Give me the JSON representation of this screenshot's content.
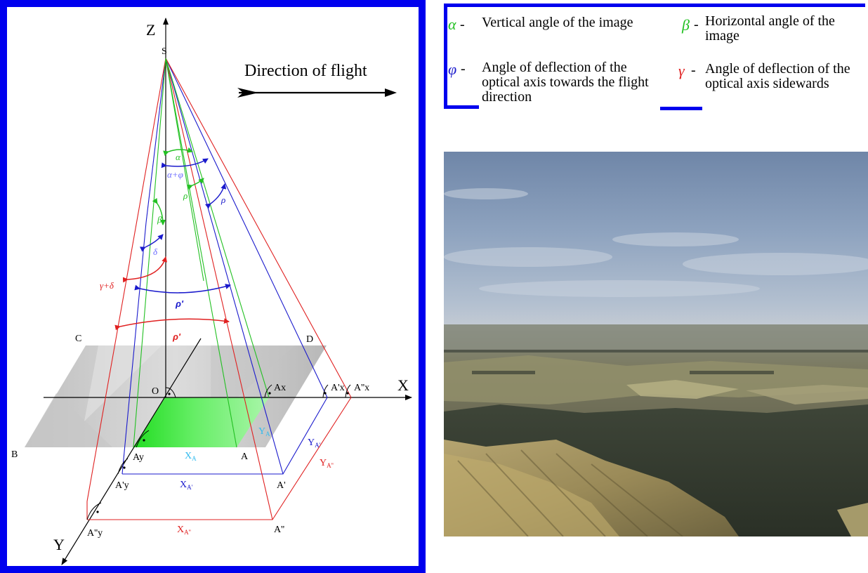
{
  "diagram": {
    "axis_z": "Z",
    "axis_x": "X",
    "axis_y": "Y",
    "point_s": "S",
    "flight_label": "Direction of flight",
    "pt_c": "C",
    "pt_d": "D",
    "pt_b": "B",
    "pt_o": "O",
    "pt_ax": "Ax",
    "pt_a1x": "A'x",
    "pt_a2x": "A''x",
    "pt_ay": "Ay",
    "pt_a": "A",
    "pt_a1y": "A'y",
    "pt_a1": "A'",
    "pt_a2y": "A''y",
    "pt_a2": "A''",
    "ang_alpha": "α",
    "ang_alpha_phi": "α+φ",
    "ang_rho_green": "ρ",
    "ang_rho_blue": "ρ",
    "ang_beta": "β",
    "ang_delta": "δ",
    "ang_gamma_delta": "γ+δ",
    "ang_rho_prime_blue": "ρ'",
    "ang_rho_prime_red": "ρ'",
    "lbl_xa": "X",
    "sub_xa": "A",
    "lbl_ya": "Y",
    "sub_ya": "A",
    "lbl_xa1": "X",
    "sub_xa1": "A'",
    "lbl_ya1": "Y",
    "sub_ya1": "A'",
    "lbl_xa2": "X",
    "sub_xa2": "A''",
    "lbl_ya2": "Y",
    "sub_ya2": "A''",
    "frame_color": "#0000ee",
    "red": "#e02020",
    "blue": "#1a1acc",
    "green": "#22c022"
  },
  "legend": {
    "alpha": {
      "symbol": "α",
      "dash": "- ",
      "text": "Vertical angle of the image",
      "color": "#22c022"
    },
    "beta": {
      "symbol": "β",
      "dash": "- ",
      "text": "Horizontal angle of the image",
      "color": "#22c022"
    },
    "phi": {
      "symbol": "φ",
      "dash": "- ",
      "text": "Angle of deflection of the optical axis towards the flight direction",
      "color": "#1a1acc"
    },
    "gamma": {
      "symbol": "γ",
      "dash": "- ",
      "text": "Angle of deflection of the optical axis sidewards",
      "color": "#e02020"
    }
  },
  "photo": {
    "description_icon": "aerial-landscape-photo"
  }
}
